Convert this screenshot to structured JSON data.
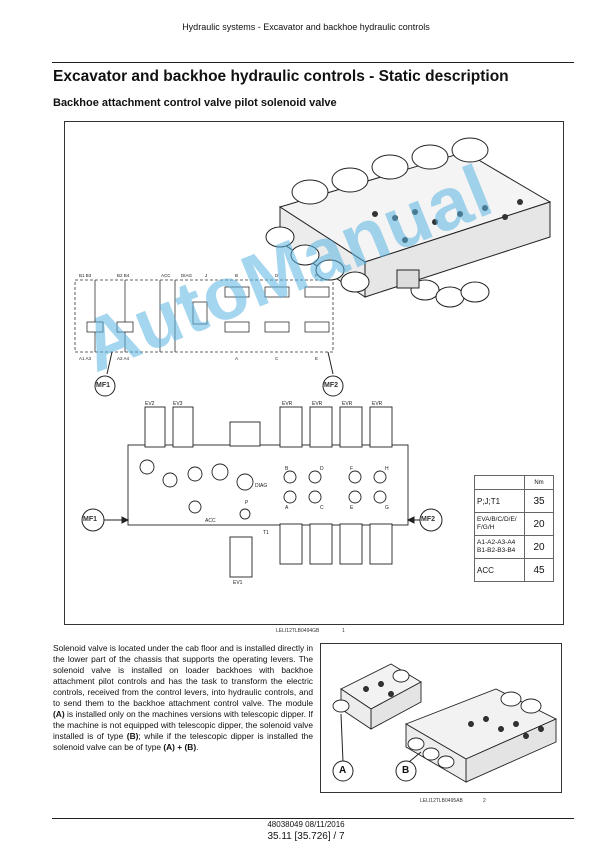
{
  "header": {
    "running_head": "Hydraulic systems - Excavator and backhoe hydraulic controls"
  },
  "section": {
    "title": "Excavator and backhoe hydraulic controls - Static description",
    "subtitle": "Backhoe attachment control valve pilot solenoid valve"
  },
  "figure1": {
    "caption_code": "LELI12TLB0494GB",
    "caption_num": "1",
    "callouts": {
      "mf1": "MF1",
      "mf2": "MF2"
    },
    "schematic_labels": [
      "B1",
      "B3",
      "B2",
      "B4",
      "ACC",
      "DIAG",
      "J",
      "B",
      "D",
      "F",
      "H",
      "EV3",
      "EV2",
      "EV1",
      "EVR",
      "A",
      "C",
      "E",
      "G",
      "P",
      "T",
      "A1",
      "A3",
      "A2",
      "A4"
    ],
    "block_labels": [
      "EV2",
      "EV3",
      "EVR",
      "EVR",
      "EVR",
      "EVR",
      "DIAG",
      "ACC",
      "EV1",
      "B",
      "D",
      "F",
      "H",
      "A",
      "C",
      "E",
      "G",
      "P",
      "T1"
    ],
    "torque_table": {
      "header_unit": "Nm",
      "rows": [
        {
          "item": "P;J;T1",
          "value": "35"
        },
        {
          "item": "EVA/B/C/D/E/ F/G/H",
          "value": "20"
        },
        {
          "item": "A1-A2-A3-A4 B1-B2-B3-B4",
          "value": "20"
        },
        {
          "item": "ACC",
          "value": "45"
        }
      ]
    }
  },
  "body": {
    "p1": "Solenoid valve is located under the cab floor and is installed directly in the lower part of the chassis that supports the operating levers. The solenoid valve is installed on loader backhoes with backhoe attachment pilot controls and has the task to transform the electric controls, received from the control levers, into hydraulic controls, and to send them to the backhoe attachment control valve. The module ",
    "a": "(A)",
    "p2": " is installed only on the machines versions with telescopic dipper. If the machine is not equipped with telescopic dipper, the solenoid valve installed is of type ",
    "b": "(B)",
    "p3": "; while if the telescopic dipper is installed the solenoid valve can be of type ",
    "ab": "(A) + (B)",
    "p4": "."
  },
  "figure2": {
    "callouts": {
      "a": "A",
      "b": "B"
    },
    "caption_code": "LELI12TLB0495AB",
    "caption_num": "2"
  },
  "footer": {
    "doc_ref": "48038049 08/11/2016",
    "page": "35.11 [35.726] / 7"
  },
  "watermark": {
    "text": "AutoManual",
    "color": "#5ab4e1"
  }
}
